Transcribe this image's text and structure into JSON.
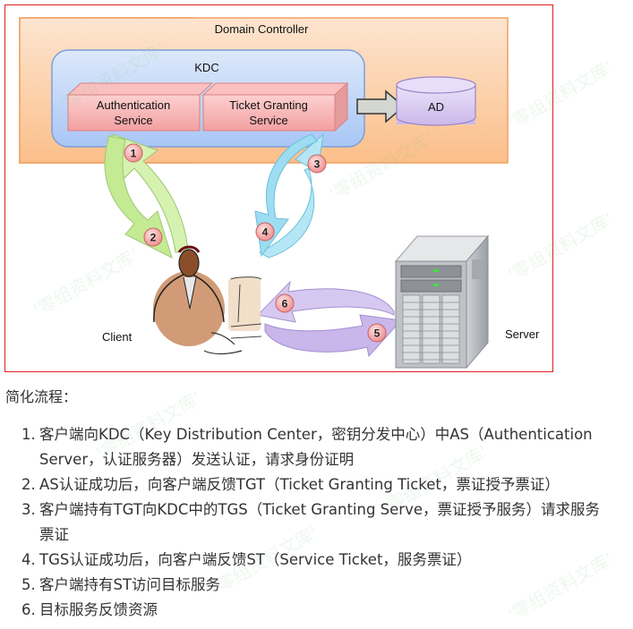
{
  "diagram": {
    "domain_controller_label": "Domain Controller",
    "kdc_label": "KDC",
    "as_label_line1": "Authentication",
    "as_label_line2": "Service",
    "tgs_label_line1": "Ticket Granting",
    "tgs_label_line2": "Service",
    "ad_label": "AD",
    "client_label": "Client",
    "server_label": "Server",
    "arrow_numbers": [
      "1",
      "2",
      "3",
      "4",
      "5",
      "6"
    ],
    "colors": {
      "frame_border": "#e02020",
      "domain_controller_fill": "#fcc99a",
      "kdc_fill": "#bcd4f8",
      "service_fill": "#f5a9a9",
      "ad_fill": "#d6c6ee",
      "as_arrows": "#c8ec9a",
      "tgs_arrows": "#9edcf2",
      "server_arrows": "#c9b6ea",
      "badge_fill": "#f59a9a"
    }
  },
  "text": {
    "intro": "简化流程：",
    "steps": [
      {
        "num": "1.",
        "line1": "客户端向KDC（Key Distribution Center，密钥分发中心）中AS（Authentication",
        "line2": "Server，认证服务器）发送认证，请求身份证明"
      },
      {
        "num": "2.",
        "line1": "AS认证成功后，向客户端反馈TGT（Ticket Granting Ticket，票证授予票证）"
      },
      {
        "num": "3.",
        "line1": "客户端持有TGT向KDC中的TGS（Ticket Granting Serve，票证授予服务）请求服务",
        "line2": "票证"
      },
      {
        "num": "4.",
        "line1": "TGS认证成功后，向客户端反馈ST（Service Ticket，服务票证）"
      },
      {
        "num": "5.",
        "line1": "客户端持有ST访问目标服务"
      },
      {
        "num": "6.",
        "line1": "目标服务反馈资源"
      }
    ]
  },
  "watermark": "'零组资料文库'"
}
